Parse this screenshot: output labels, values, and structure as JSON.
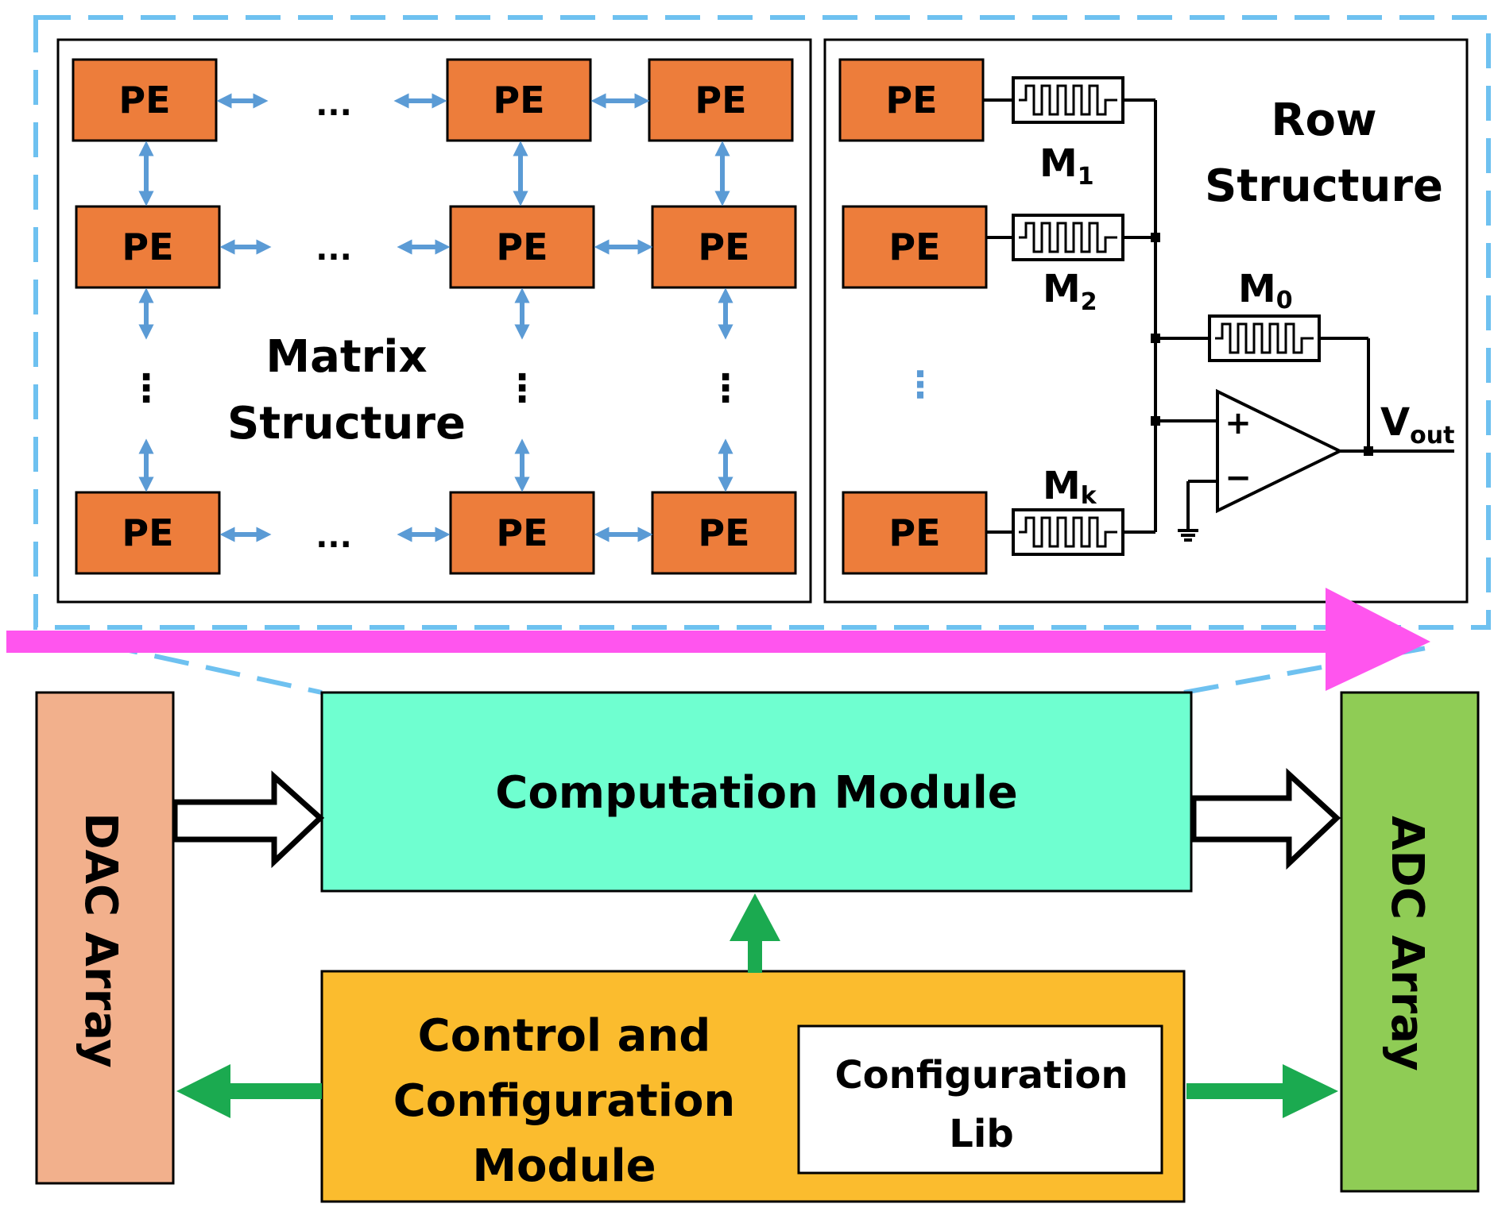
{
  "matrix": {
    "title_line1": "Matrix",
    "title_line2": "Structure",
    "pe_label": "PE",
    "h_ellipsis": "...",
    "v_ellipsis": "⋮"
  },
  "row": {
    "title_line1": "Row",
    "title_line2": "Structure",
    "pe_label": "PE",
    "m1_base": "M",
    "m1_sub": "1",
    "m2_base": "M",
    "m2_sub": "2",
    "mk_base": "M",
    "mk_sub": "k",
    "m0_base": "M",
    "m0_sub": "0",
    "vout_base": "V",
    "vout_sub": "out",
    "plus": "+",
    "minus": "−",
    "v_ellipsis": "⋮"
  },
  "modules": {
    "computation": "Computation Module",
    "dac": "DAC Array",
    "adc": "ADC Array",
    "control_line1": "Control and",
    "control_line2": "Configuration",
    "control_line3": "Module",
    "lib_line1": "Configuration",
    "lib_line2": "Lib"
  },
  "colors": {
    "pe": "#ED7D3B",
    "dashed_border": "#6EC1F0",
    "bidir_arrow": "#5B9BD5",
    "magenta_arrow": "#FF55EE",
    "computation": "#6FFFD0",
    "dac": "#F2B08C",
    "adc": "#8FCC55",
    "control": "#FBBC2E",
    "green_arrow": "#1BAA50"
  }
}
